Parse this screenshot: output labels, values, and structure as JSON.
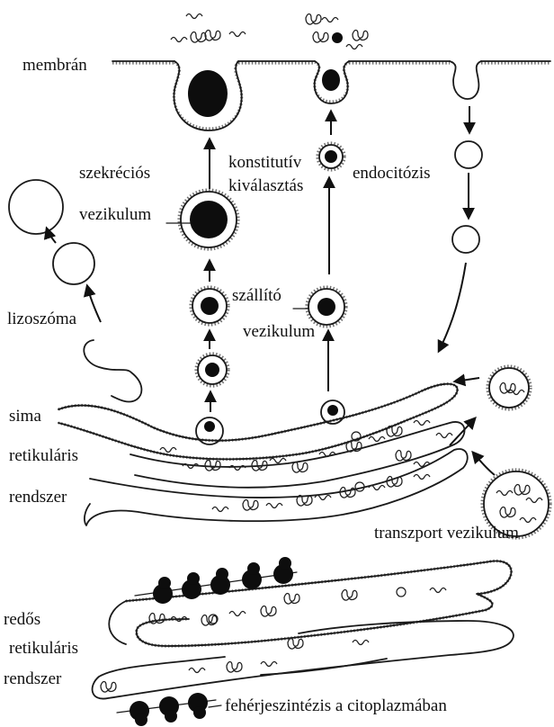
{
  "labels": {
    "membrane": "membrán",
    "secretory_1": "szekréciós",
    "secretory_2": "vezikulum",
    "constitutive_1": "konstitutív",
    "constitutive_2": "kiválasztás",
    "endocytosis": "endocitózis",
    "lysosome": "lizoszóma",
    "transport_1": "szállító",
    "transport_2": "vezikulum",
    "smooth_1": "sima",
    "smooth_2": "retikuláris",
    "smooth_3": "rendszer",
    "transport_vesicle": "transzport vezikulum",
    "rough_1": "redős",
    "rough_2": "retikuláris",
    "rough_3": "rendszer",
    "protein_synthesis": "fehérjeszintézis a citoplazmában"
  }
}
